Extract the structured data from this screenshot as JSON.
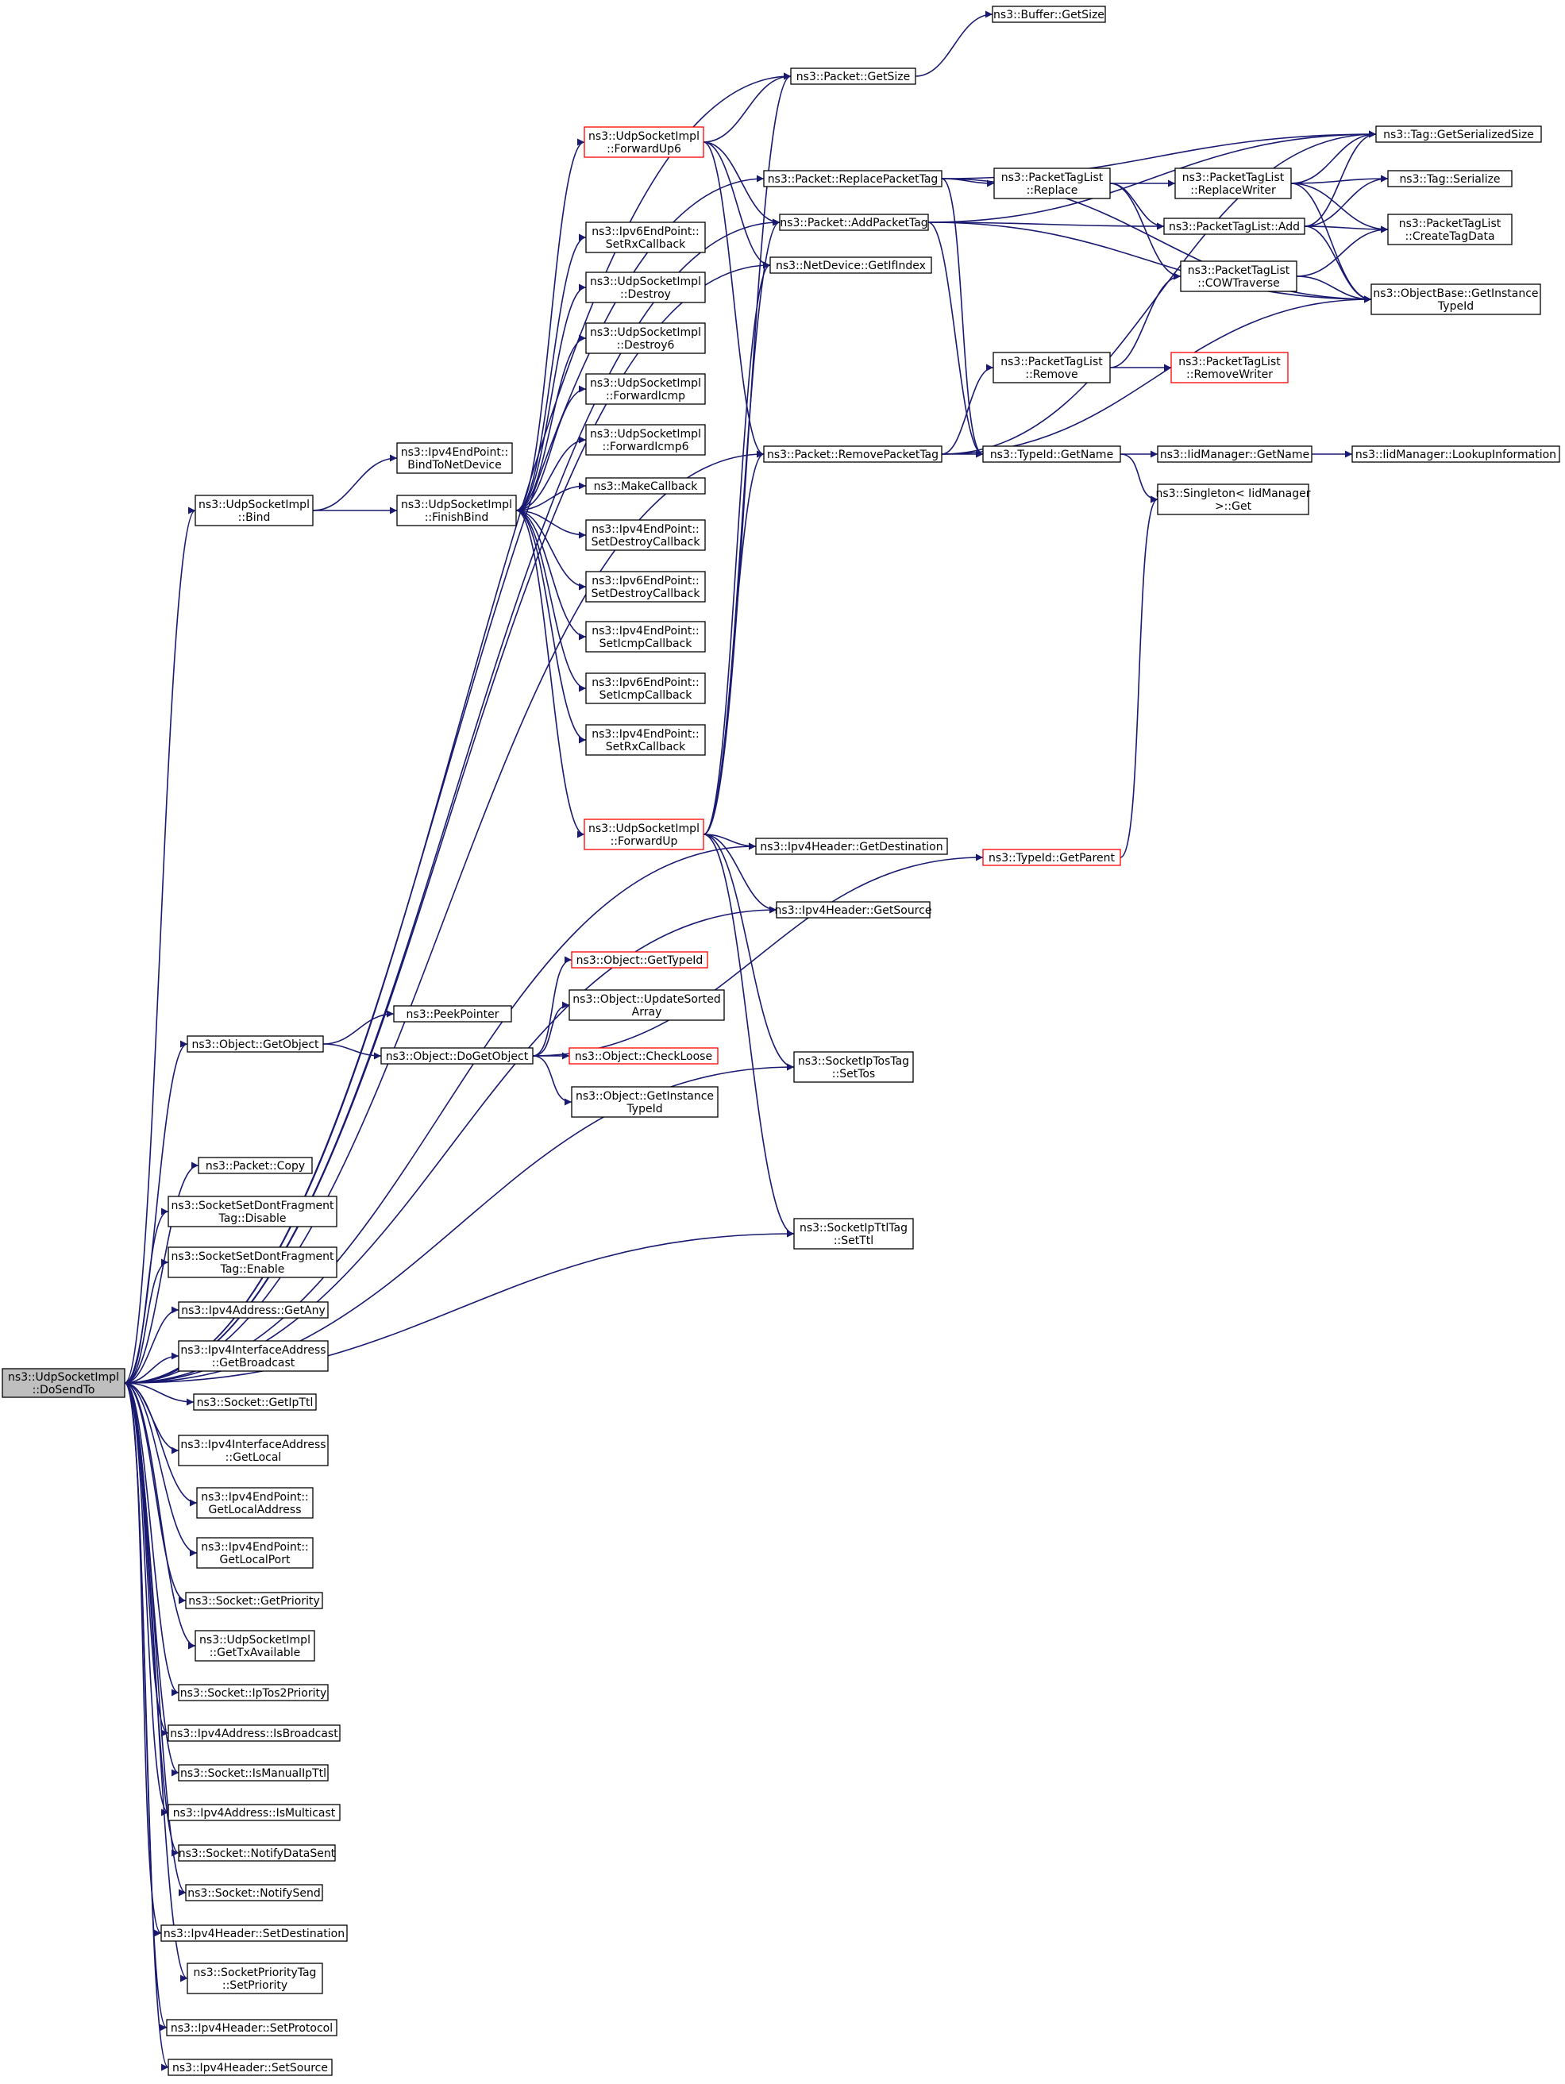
{
  "colors": {
    "edge": "#191970",
    "border": "#000000",
    "border_partial": "#ff0000",
    "root_fill": "#bfbfbf",
    "fill": "#ffffff"
  },
  "nodes": [
    {
      "id": "dosendto",
      "lines": [
        "ns3::UdpSocketImpl",
        "::DoSendTo"
      ],
      "style": "root"
    },
    {
      "id": "buffer_getsize",
      "lines": [
        "ns3::Buffer::GetSize"
      ]
    },
    {
      "id": "packet_getsize",
      "lines": [
        "ns3::Packet::GetSize"
      ]
    },
    {
      "id": "forwardup6",
      "lines": [
        "ns3::UdpSocketImpl",
        "::ForwardUp6"
      ],
      "style": "red"
    },
    {
      "id": "replacepackettag",
      "lines": [
        "ns3::Packet::ReplacePacketTag"
      ]
    },
    {
      "id": "tag_getserializedsize",
      "lines": [
        "ns3::Tag::GetSerializedSize"
      ]
    },
    {
      "id": "ptl_replace",
      "lines": [
        "ns3::PacketTagList",
        "::Replace"
      ]
    },
    {
      "id": "ptl_replacewriter",
      "lines": [
        "ns3::PacketTagList",
        "::ReplaceWriter"
      ]
    },
    {
      "id": "tag_serialize",
      "lines": [
        "ns3::Tag::Serialize"
      ]
    },
    {
      "id": "addpackettag",
      "lines": [
        "ns3::Packet::AddPacketTag"
      ]
    },
    {
      "id": "ptl_add",
      "lines": [
        "ns3::PacketTagList::Add"
      ]
    },
    {
      "id": "ptl_createtagdata",
      "lines": [
        "ns3::PacketTagList",
        "::CreateTagData"
      ]
    },
    {
      "id": "netdevice_getifindex",
      "lines": [
        "ns3::NetDevice::GetIfIndex"
      ]
    },
    {
      "id": "ptl_cowtraverse",
      "lines": [
        "ns3::PacketTagList",
        "::COWTraverse"
      ]
    },
    {
      "id": "objectbase_getinstancetypeid",
      "lines": [
        "ns3::ObjectBase::GetInstance",
        "TypeId"
      ]
    },
    {
      "id": "ipv6ep_setrxcallback",
      "lines": [
        "ns3::Ipv6EndPoint::",
        "SetRxCallback"
      ]
    },
    {
      "id": "udp_destroy",
      "lines": [
        "ns3::UdpSocketImpl",
        "::Destroy"
      ]
    },
    {
      "id": "udp_destroy6",
      "lines": [
        "ns3::UdpSocketImpl",
        "::Destroy6"
      ]
    },
    {
      "id": "ptl_remove",
      "lines": [
        "ns3::PacketTagList",
        "::Remove"
      ]
    },
    {
      "id": "ptl_removewriter",
      "lines": [
        "ns3::PacketTagList",
        "::RemoveWriter"
      ],
      "style": "red"
    },
    {
      "id": "udp_forwardicmp",
      "lines": [
        "ns3::UdpSocketImpl",
        "::ForwardIcmp"
      ]
    },
    {
      "id": "udp_forwardicmp6",
      "lines": [
        "ns3::UdpSocketImpl",
        "::ForwardIcmp6"
      ]
    },
    {
      "id": "ipv4ep_bindtonetdevice",
      "lines": [
        "ns3::Ipv4EndPoint::",
        "BindToNetDevice"
      ]
    },
    {
      "id": "removepackettag",
      "lines": [
        "ns3::Packet::RemovePacketTag"
      ]
    },
    {
      "id": "typeid_getname",
      "lines": [
        "ns3::TypeId::GetName"
      ]
    },
    {
      "id": "iidmanager_getname",
      "lines": [
        "ns3::IidManager::GetName"
      ]
    },
    {
      "id": "iidmanager_lookupinformation",
      "lines": [
        "ns3::IidManager::LookupInformation"
      ]
    },
    {
      "id": "udp_bind",
      "lines": [
        "ns3::UdpSocketImpl",
        "::Bind"
      ]
    },
    {
      "id": "udp_finishbind",
      "lines": [
        "ns3::UdpSocketImpl",
        "::FinishBind"
      ]
    },
    {
      "id": "makecallback",
      "lines": [
        "ns3::MakeCallback"
      ]
    },
    {
      "id": "singleton_get",
      "lines": [
        "ns3::Singleton< IidManager",
        " >::Get"
      ]
    },
    {
      "id": "ipv4ep_setdestroycallback",
      "lines": [
        "ns3::Ipv4EndPoint::",
        "SetDestroyCallback"
      ]
    },
    {
      "id": "ipv6ep_setdestroycallback",
      "lines": [
        "ns3::Ipv6EndPoint::",
        "SetDestroyCallback"
      ]
    },
    {
      "id": "ipv4ep_seticmpcallback",
      "lines": [
        "ns3::Ipv4EndPoint::",
        "SetIcmpCallback"
      ]
    },
    {
      "id": "ipv6ep_seticmpcallback",
      "lines": [
        "ns3::Ipv6EndPoint::",
        "SetIcmpCallback"
      ]
    },
    {
      "id": "ipv4ep_setrxcallback",
      "lines": [
        "ns3::Ipv4EndPoint::",
        "SetRxCallback"
      ]
    },
    {
      "id": "udp_forwardup",
      "lines": [
        "ns3::UdpSocketImpl",
        "::ForwardUp"
      ],
      "style": "red"
    },
    {
      "id": "ipv4header_getdestination",
      "lines": [
        "ns3::Ipv4Header::GetDestination"
      ]
    },
    {
      "id": "typeid_getparent",
      "lines": [
        "ns3::TypeId::GetParent"
      ],
      "style": "red"
    },
    {
      "id": "ipv4header_getsource",
      "lines": [
        "ns3::Ipv4Header::GetSource"
      ]
    },
    {
      "id": "object_gettypeid",
      "lines": [
        "ns3::Object::GetTypeId"
      ],
      "style": "red"
    },
    {
      "id": "object_updatesortedarray",
      "lines": [
        "ns3::Object::UpdateSorted",
        "Array"
      ]
    },
    {
      "id": "peekpointer",
      "lines": [
        "ns3::PeekPointer"
      ]
    },
    {
      "id": "object_getobject",
      "lines": [
        "ns3::Object::GetObject"
      ]
    },
    {
      "id": "object_dogetobject",
      "lines": [
        "ns3::Object::DoGetObject"
      ]
    },
    {
      "id": "object_checkloose",
      "lines": [
        "ns3::Object::CheckLoose"
      ],
      "style": "red"
    },
    {
      "id": "sockettos_settos",
      "lines": [
        "ns3::SocketIpTosTag",
        "::SetTos"
      ]
    },
    {
      "id": "object_getinstancetypeid",
      "lines": [
        "ns3::Object::GetInstance",
        "TypeId"
      ]
    },
    {
      "id": "packet_copy",
      "lines": [
        "ns3::Packet::Copy"
      ]
    },
    {
      "id": "dontfrag_disable",
      "lines": [
        "ns3::SocketSetDontFragment",
        "Tag::Disable"
      ]
    },
    {
      "id": "socketttl_setttl",
      "lines": [
        "ns3::SocketIpTtlTag",
        "::SetTtl"
      ]
    },
    {
      "id": "dontfrag_enable",
      "lines": [
        "ns3::SocketSetDontFragment",
        "Tag::Enable"
      ]
    },
    {
      "id": "ipv4address_getany",
      "lines": [
        "ns3::Ipv4Address::GetAny"
      ]
    },
    {
      "id": "ipv4ifaddr_getbroadcast",
      "lines": [
        "ns3::Ipv4InterfaceAddress",
        "::GetBroadcast"
      ]
    },
    {
      "id": "socket_getipttl",
      "lines": [
        "ns3::Socket::GetIpTtl"
      ]
    },
    {
      "id": "ipv4ifaddr_getlocal",
      "lines": [
        "ns3::Ipv4InterfaceAddress",
        "::GetLocal"
      ]
    },
    {
      "id": "ipv4ep_getlocaladdress",
      "lines": [
        "ns3::Ipv4EndPoint::",
        "GetLocalAddress"
      ]
    },
    {
      "id": "ipv4ep_getlocalport",
      "lines": [
        "ns3::Ipv4EndPoint::",
        "GetLocalPort"
      ]
    },
    {
      "id": "socket_getpriority",
      "lines": [
        "ns3::Socket::GetPriority"
      ]
    },
    {
      "id": "udp_gettxavailable",
      "lines": [
        "ns3::UdpSocketImpl",
        "::GetTxAvailable"
      ]
    },
    {
      "id": "socket_iptos2priority",
      "lines": [
        "ns3::Socket::IpTos2Priority"
      ]
    },
    {
      "id": "ipv4address_isbroadcast",
      "lines": [
        "ns3::Ipv4Address::IsBroadcast"
      ]
    },
    {
      "id": "socket_ismanualipttl",
      "lines": [
        "ns3::Socket::IsManualIpTtl"
      ]
    },
    {
      "id": "ipv4address_ismulticast",
      "lines": [
        "ns3::Ipv4Address::IsMulticast"
      ]
    },
    {
      "id": "socket_notifydatasent",
      "lines": [
        "ns3::Socket::NotifyDataSent"
      ]
    },
    {
      "id": "socket_notifysend",
      "lines": [
        "ns3::Socket::NotifySend"
      ]
    },
    {
      "id": "ipv4header_setdestination",
      "lines": [
        "ns3::Ipv4Header::SetDestination"
      ]
    },
    {
      "id": "socketprio_setpriority",
      "lines": [
        "ns3::SocketPriorityTag",
        "::SetPriority"
      ]
    },
    {
      "id": "ipv4header_setprotocol",
      "lines": [
        "ns3::Ipv4Header::SetProtocol"
      ]
    },
    {
      "id": "ipv4header_setsource",
      "lines": [
        "ns3::Ipv4Header::SetSource"
      ]
    }
  ],
  "edges": [
    [
      "dosendto",
      "packet_getsize"
    ],
    [
      "dosendto",
      "replacepackettag"
    ],
    [
      "dosendto",
      "addpackettag"
    ],
    [
      "dosendto",
      "netdevice_getifindex"
    ],
    [
      "dosendto",
      "removepackettag"
    ],
    [
      "dosendto",
      "udp_bind"
    ],
    [
      "dosendto",
      "ipv4header_getdestination"
    ],
    [
      "dosendto",
      "ipv4header_getsource"
    ],
    [
      "dosendto",
      "object_getobject"
    ],
    [
      "dosendto",
      "sockettos_settos"
    ],
    [
      "dosendto",
      "packet_copy"
    ],
    [
      "dosendto",
      "dontfrag_disable"
    ],
    [
      "dosendto",
      "socketttl_setttl"
    ],
    [
      "dosendto",
      "dontfrag_enable"
    ],
    [
      "dosendto",
      "ipv4address_getany"
    ],
    [
      "dosendto",
      "ipv4ifaddr_getbroadcast"
    ],
    [
      "dosendto",
      "socket_getipttl"
    ],
    [
      "dosendto",
      "ipv4ifaddr_getlocal"
    ],
    [
      "dosendto",
      "ipv4ep_getlocaladdress"
    ],
    [
      "dosendto",
      "ipv4ep_getlocalport"
    ],
    [
      "dosendto",
      "socket_getpriority"
    ],
    [
      "dosendto",
      "udp_gettxavailable"
    ],
    [
      "dosendto",
      "socket_iptos2priority"
    ],
    [
      "dosendto",
      "ipv4address_isbroadcast"
    ],
    [
      "dosendto",
      "socket_ismanualipttl"
    ],
    [
      "dosendto",
      "ipv4address_ismulticast"
    ],
    [
      "dosendto",
      "socket_notifydatasent"
    ],
    [
      "dosendto",
      "socket_notifysend"
    ],
    [
      "dosendto",
      "ipv4header_setdestination"
    ],
    [
      "dosendto",
      "socketprio_setpriority"
    ],
    [
      "dosendto",
      "ipv4header_setprotocol"
    ],
    [
      "dosendto",
      "ipv4header_setsource"
    ],
    [
      "packet_getsize",
      "buffer_getsize"
    ],
    [
      "forwardup6",
      "packet_getsize"
    ],
    [
      "forwardup6",
      "addpackettag"
    ],
    [
      "forwardup6",
      "netdevice_getifindex"
    ],
    [
      "forwardup6",
      "removepackettag"
    ],
    [
      "replacepackettag",
      "tag_getserializedsize"
    ],
    [
      "replacepackettag",
      "ptl_replace"
    ],
    [
      "replacepackettag",
      "objectbase_getinstancetypeid"
    ],
    [
      "replacepackettag",
      "typeid_getname"
    ],
    [
      "ptl_replace",
      "ptl_replacewriter"
    ],
    [
      "ptl_replace",
      "ptl_add"
    ],
    [
      "ptl_replace",
      "ptl_cowtraverse"
    ],
    [
      "ptl_replacewriter",
      "tag_getserializedsize"
    ],
    [
      "ptl_replacewriter",
      "tag_serialize"
    ],
    [
      "ptl_replacewriter",
      "ptl_createtagdata"
    ],
    [
      "ptl_replacewriter",
      "objectbase_getinstancetypeid"
    ],
    [
      "addpackettag",
      "tag_getserializedsize"
    ],
    [
      "addpackettag",
      "ptl_add"
    ],
    [
      "addpackettag",
      "objectbase_getinstancetypeid"
    ],
    [
      "addpackettag",
      "typeid_getname"
    ],
    [
      "ptl_add",
      "tag_getserializedsize"
    ],
    [
      "ptl_add",
      "tag_serialize"
    ],
    [
      "ptl_add",
      "ptl_createtagdata"
    ],
    [
      "ptl_add",
      "objectbase_getinstancetypeid"
    ],
    [
      "ptl_cowtraverse",
      "ptl_createtagdata"
    ],
    [
      "ptl_cowtraverse",
      "objectbase_getinstancetypeid"
    ],
    [
      "ptl_remove",
      "ptl_cowtraverse"
    ],
    [
      "ptl_remove",
      "ptl_removewriter"
    ],
    [
      "removepackettag",
      "tag_getserializedsize"
    ],
    [
      "removepackettag",
      "ptl_remove"
    ],
    [
      "removepackettag",
      "typeid_getname"
    ],
    [
      "removepackettag",
      "objectbase_getinstancetypeid"
    ],
    [
      "typeid_getname",
      "iidmanager_getname"
    ],
    [
      "typeid_getname",
      "singleton_get"
    ],
    [
      "iidmanager_getname",
      "iidmanager_lookupinformation"
    ],
    [
      "udp_bind",
      "ipv4ep_bindtonetdevice"
    ],
    [
      "udp_bind",
      "udp_finishbind"
    ],
    [
      "udp_finishbind",
      "forwardup6"
    ],
    [
      "udp_finishbind",
      "ipv6ep_setrxcallback"
    ],
    [
      "udp_finishbind",
      "udp_destroy"
    ],
    [
      "udp_finishbind",
      "udp_destroy6"
    ],
    [
      "udp_finishbind",
      "udp_forwardicmp"
    ],
    [
      "udp_finishbind",
      "udp_forwardicmp6"
    ],
    [
      "udp_finishbind",
      "makecallback"
    ],
    [
      "udp_finishbind",
      "ipv4ep_setdestroycallback"
    ],
    [
      "udp_finishbind",
      "ipv6ep_setdestroycallback"
    ],
    [
      "udp_finishbind",
      "ipv4ep_seticmpcallback"
    ],
    [
      "udp_finishbind",
      "ipv6ep_seticmpcallback"
    ],
    [
      "udp_finishbind",
      "ipv4ep_setrxcallback"
    ],
    [
      "udp_finishbind",
      "udp_forwardup"
    ],
    [
      "udp_forwardup",
      "packet_getsize"
    ],
    [
      "udp_forwardup",
      "addpackettag"
    ],
    [
      "udp_forwardup",
      "netdevice_getifindex"
    ],
    [
      "udp_forwardup",
      "removepackettag"
    ],
    [
      "udp_forwardup",
      "ipv4header_getdestination"
    ],
    [
      "udp_forwardup",
      "ipv4header_getsource"
    ],
    [
      "udp_forwardup",
      "sockettos_settos"
    ],
    [
      "udp_forwardup",
      "socketttl_setttl"
    ],
    [
      "typeid_getparent",
      "singleton_get"
    ],
    [
      "object_getobject",
      "peekpointer"
    ],
    [
      "object_getobject",
      "object_dogetobject"
    ],
    [
      "object_dogetobject",
      "object_gettypeid"
    ],
    [
      "object_dogetobject",
      "object_updatesortedarray"
    ],
    [
      "object_dogetobject",
      "object_checkloose"
    ],
    [
      "object_dogetobject",
      "object_getinstancetypeid"
    ],
    [
      "object_dogetobject",
      "typeid_getparent"
    ]
  ]
}
